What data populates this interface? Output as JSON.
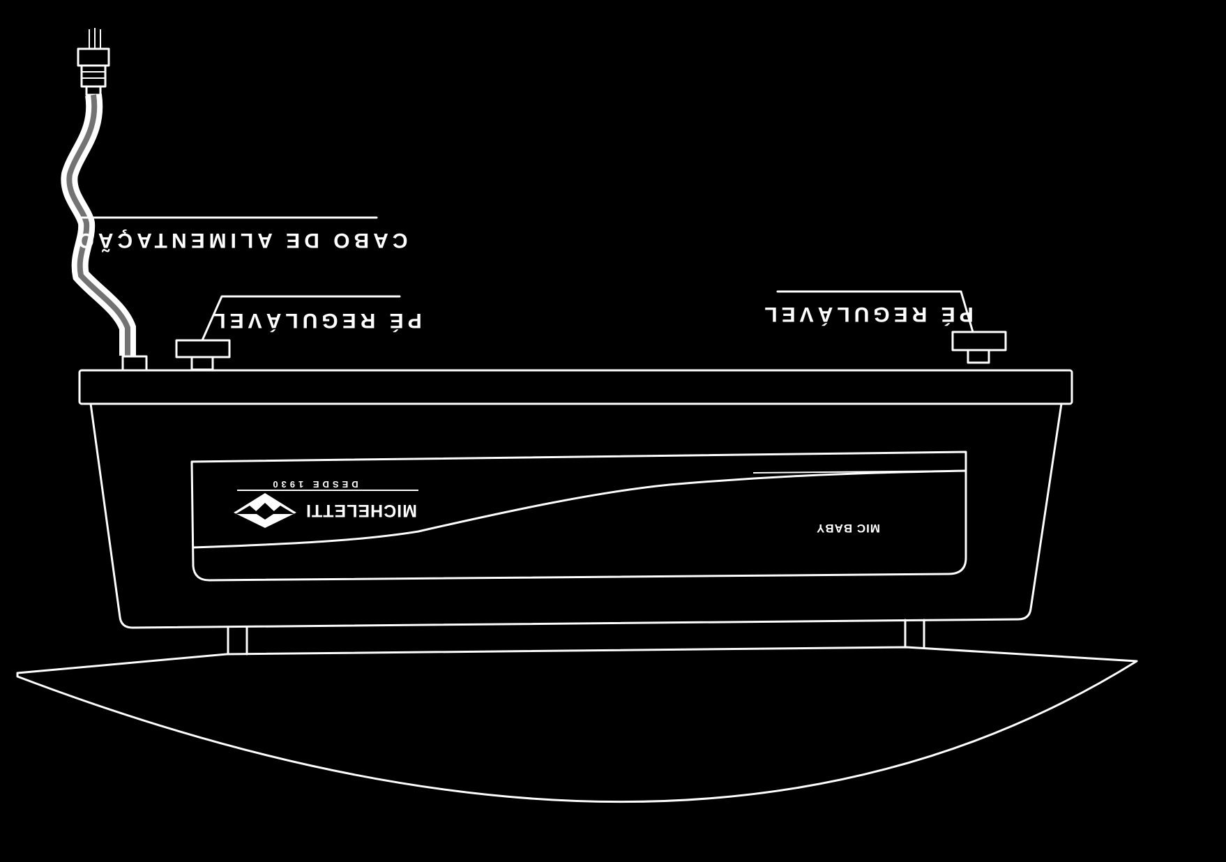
{
  "labels": {
    "power_cable": "CABO DE ALIMENTAÇÃO",
    "adjustable_foot_left": "PÉ REGULÁVEL",
    "adjustable_foot_right": "PÉ REGULÁVEL",
    "brand": "MICHELETTI",
    "brand_since": "DESDE 1930",
    "model": "MIC BABY"
  },
  "colors": {
    "background": "#000000",
    "line": "#ffffff"
  },
  "note": ""
}
